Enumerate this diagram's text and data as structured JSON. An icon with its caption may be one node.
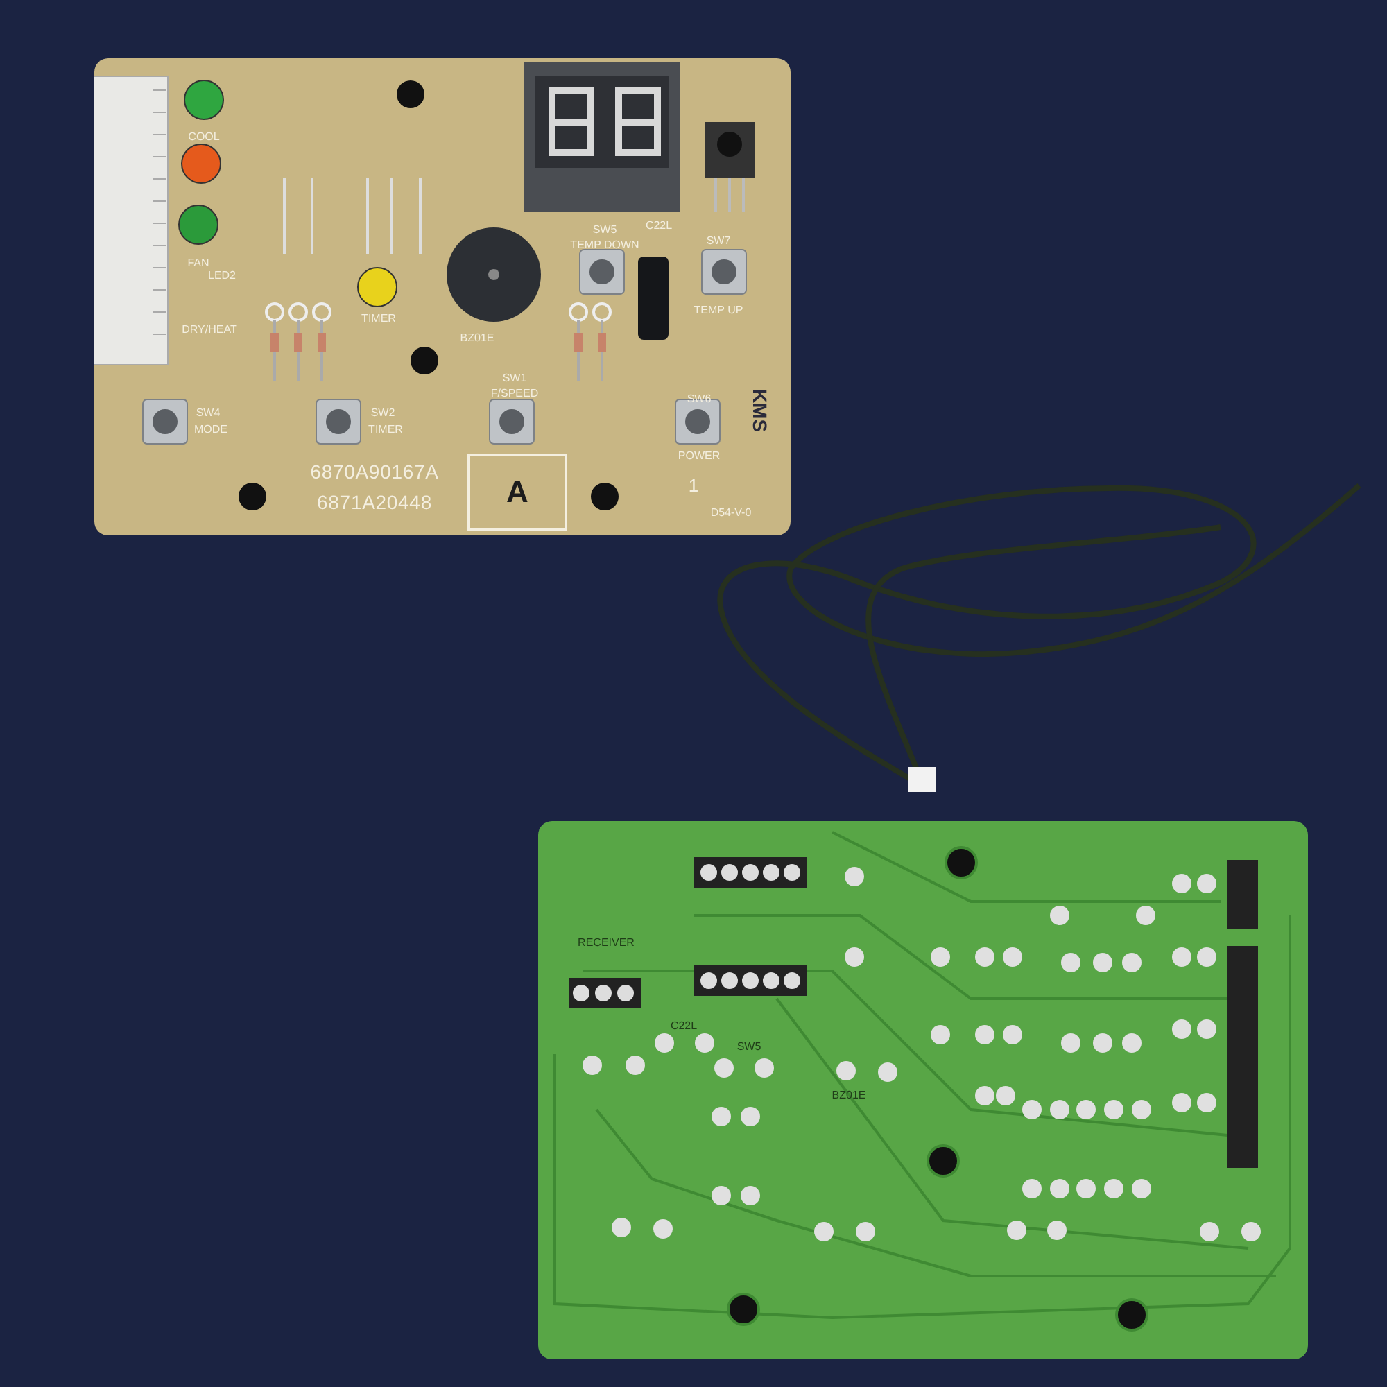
{
  "diagram": {
    "labels": [
      "COOL",
      "FAN",
      "LED2",
      "DRY/HEAT",
      "TIMER",
      "BZ01E",
      "SW5",
      "TEMP DOWN",
      "C22L",
      "SW7",
      "TEMP UP",
      "SW4",
      "MODE",
      "SW2",
      "TIMER",
      "SW1",
      "F/SPEED",
      "SW6",
      "POWER",
      "6870A90167A",
      "6871A20448",
      "A",
      "1",
      "D54-V-0",
      "KMS",
      "RECEIVER",
      "C22L",
      "SW5",
      "BZ01E"
    ]
  }
}
